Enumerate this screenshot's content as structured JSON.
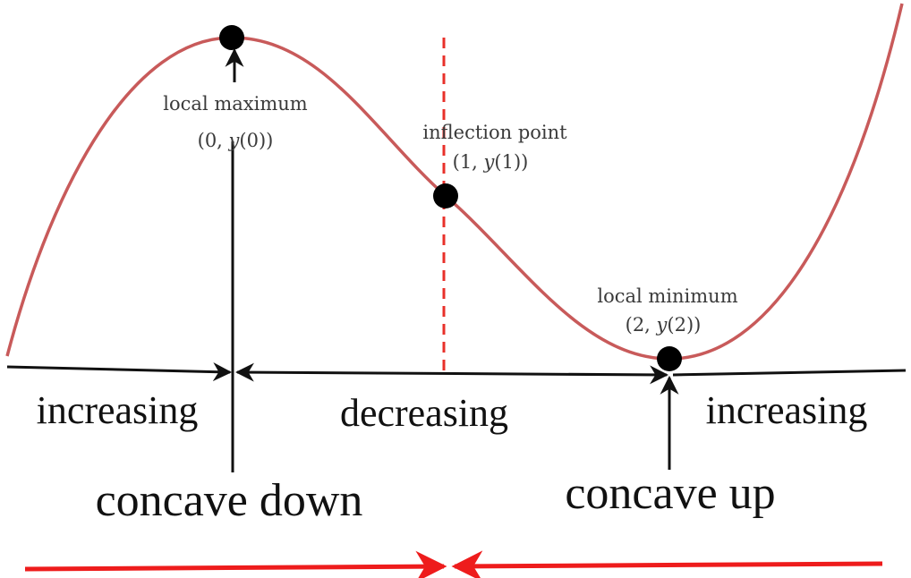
{
  "colors": {
    "curve": "#c85a5a",
    "axis": "#111111",
    "dashed_line": "#e8302a",
    "bottom_arrow": "#ee1c1c",
    "point": "#000000"
  },
  "annotations": {
    "local_max_title": "local maximum",
    "local_max_coord_prefix": "(0, ",
    "local_max_coord_fn": "y",
    "local_max_coord_suffix": "(0))",
    "inflection_title": "inflection point",
    "inflection_coord_prefix": "(1, ",
    "inflection_coord_fn": "y",
    "inflection_coord_suffix": "(1))",
    "local_min_title": "local minimum",
    "local_min_coord_prefix": "(2, ",
    "local_min_coord_fn": "y",
    "local_min_coord_suffix": "(2))"
  },
  "intervals": {
    "left": "increasing",
    "middle": "decreasing",
    "right": "increasing"
  },
  "concavity": {
    "down": "concave down",
    "up": "concave up"
  }
}
